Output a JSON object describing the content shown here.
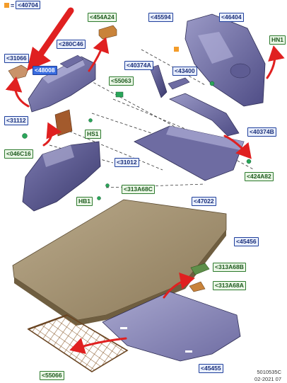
{
  "legend": {
    "equals": "=",
    "code": "<40704"
  },
  "callouts": [
    {
      "id": "c454a24",
      "text": "<454A24",
      "style": "green"
    },
    {
      "id": "c45594",
      "text": "<45594",
      "style": "blue"
    },
    {
      "id": "c46404",
      "text": "<46404",
      "style": "blue"
    },
    {
      "id": "c280c46",
      "text": "<280C46",
      "style": "blue"
    },
    {
      "id": "c31066",
      "text": "<31066",
      "style": "blue"
    },
    {
      "id": "c48008",
      "text": "<48008",
      "style": "sel"
    },
    {
      "id": "chn1",
      "text": "HN1",
      "style": "green"
    },
    {
      "id": "c40374a",
      "text": "<40374A",
      "style": "blue"
    },
    {
      "id": "c43400",
      "text": "<43400",
      "style": "blue"
    },
    {
      "id": "c55063",
      "text": "<55063",
      "style": "green"
    },
    {
      "id": "c31112",
      "text": "<31112",
      "style": "blue"
    },
    {
      "id": "chs1",
      "text": "HS1",
      "style": "green"
    },
    {
      "id": "c40374b",
      "text": "<40374B",
      "style": "blue"
    },
    {
      "id": "c046c16",
      "text": "<046C16",
      "style": "green"
    },
    {
      "id": "c31012",
      "text": "<31012",
      "style": "blue"
    },
    {
      "id": "c424a82",
      "text": "<424A82",
      "style": "green"
    },
    {
      "id": "c313a68c",
      "text": "<313A68C",
      "style": "green"
    },
    {
      "id": "chb1",
      "text": "HB1",
      "style": "green"
    },
    {
      "id": "c47022",
      "text": "<47022",
      "style": "blue"
    },
    {
      "id": "c45456",
      "text": "<45456",
      "style": "blue"
    },
    {
      "id": "c313a68b",
      "text": "<313A68B",
      "style": "green"
    },
    {
      "id": "c313a68a",
      "text": "<313A68A",
      "style": "green"
    },
    {
      "id": "c55066",
      "text": "<55066",
      "style": "green"
    },
    {
      "id": "c45455",
      "text": "<45455",
      "style": "blue"
    }
  ],
  "footer": {
    "drawing_number": "5010535C",
    "date": "02-2021 07"
  },
  "colors": {
    "callout_blue": "#1f3f9c",
    "callout_green": "#2d7a2d",
    "arrow_red": "#e02020",
    "legend_orange": "#f39c2a"
  }
}
